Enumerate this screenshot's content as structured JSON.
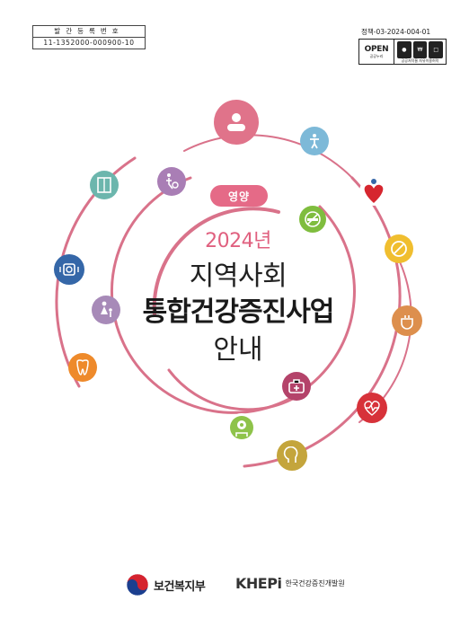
{
  "publication": {
    "header_label": "발간등록번호",
    "number": "11-1352000-000900-10"
  },
  "doc_code": "정책-03-2024-004-01",
  "open_badge": {
    "logo_text": "OPEN",
    "logo_sub": "공공누리",
    "icons": [
      "person-icon",
      "money-icon",
      "change-icon"
    ],
    "sub_text": "공공저작물 자유이용허락"
  },
  "cover": {
    "badge": "영양",
    "year": "2024년",
    "title_line1": "지역사회",
    "title_line2": "통합건강증진사업",
    "title_line3": "안내"
  },
  "colors": {
    "ring": "#d9728a",
    "badge": "#e56a87",
    "year_text": "#e0607f"
  },
  "icons": [
    {
      "name": "diet-food-icon",
      "color": "#e0738a"
    },
    {
      "name": "physical-activity-icon",
      "color": "#7db9d8"
    },
    {
      "name": "heart-person-icon",
      "color": "#d6262f"
    },
    {
      "name": "no-drinking-icon",
      "color": "#f0be2f"
    },
    {
      "name": "teapot-icon",
      "color": "#dd8f4d"
    },
    {
      "name": "heartbeat-icon",
      "color": "#d7323a"
    },
    {
      "name": "mental-health-icon",
      "color": "#c4a53c"
    },
    {
      "name": "brain-gear-icon",
      "color": "#8ec34a"
    },
    {
      "name": "medical-kit-icon",
      "color": "#b4436a"
    },
    {
      "name": "no-smoking-icon",
      "color": "#7fbd3e"
    },
    {
      "name": "elderly-care-icon",
      "color": "#a97eb5"
    },
    {
      "name": "elevator-icon",
      "color": "#6cb6ad"
    },
    {
      "name": "blood-pressure-icon",
      "color": "#3567a8"
    },
    {
      "name": "mother-child-icon",
      "color": "#a78ab8"
    },
    {
      "name": "oral-health-icon",
      "color": "#ee8a2b"
    }
  ],
  "footer": {
    "mohw_name": "보건복지부",
    "khepi_logo": "KHEPi",
    "khepi_name": "한국건강증진개발원"
  }
}
